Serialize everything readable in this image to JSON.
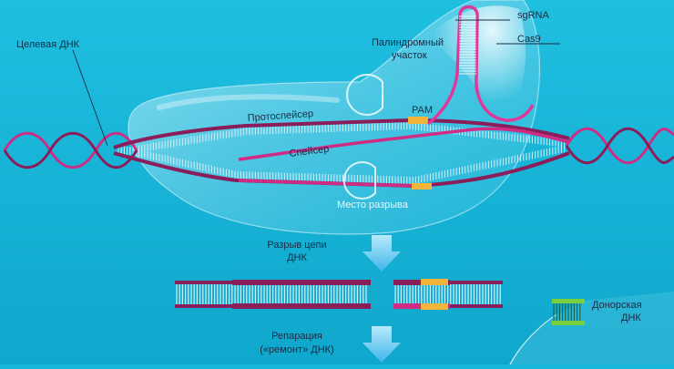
{
  "labels": {
    "target_dna": "Целевая ДНК",
    "sgrna": "sgRNA",
    "cas9": "Cas9",
    "palindromic_line1": "Палиндромный",
    "palindromic_line2": "участок",
    "protospacer": "Протоспейсер",
    "pam": "PAM",
    "spacer": "Спейсер",
    "break_site": "Место разрыва",
    "dna_break_line1": "Разрыв цепи",
    "dna_break_line2": "ДНК",
    "donor_line1": "Донорская",
    "donor_line2": "ДНК",
    "repair_line1": "Репарация",
    "repair_line2": "(«ремонт» ДНК)"
  },
  "colors": {
    "background": "#17b6d8",
    "dna_strand": "#8a1e5a",
    "dna_strand_magenta": "#cf2c86",
    "rna": "#e0379a",
    "rungs": "#d8eef6",
    "pam": "#f2b43a",
    "donor_green": "#7ccf3c",
    "arrow": "#5fc4ec",
    "text": "#1b2b44"
  }
}
